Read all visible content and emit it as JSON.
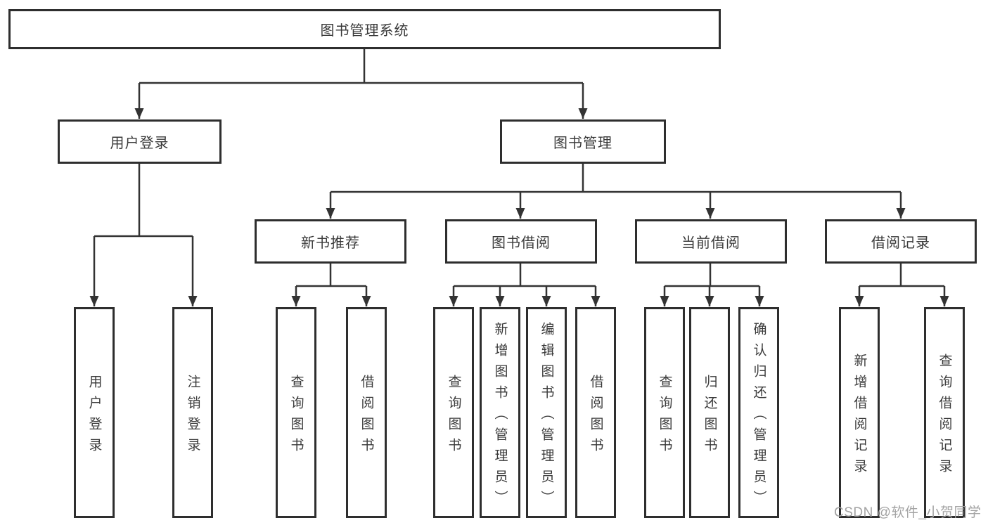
{
  "diagram": {
    "root": {
      "label": "图书管理系统"
    },
    "user_branch": {
      "label": "用户登录",
      "children": [
        {
          "label": "用户登录"
        },
        {
          "label": "注销登录"
        }
      ]
    },
    "book_branch": {
      "label": "图书管理",
      "groups": [
        {
          "label": "新书推荐",
          "children": [
            {
              "label": "查询图书"
            },
            {
              "label": "借阅图书"
            }
          ]
        },
        {
          "label": "图书借阅",
          "children": [
            {
              "label": "查询图书"
            },
            {
              "label": "新增图书（管理员）"
            },
            {
              "label": "编辑图书（管理员）"
            },
            {
              "label": "借阅图书"
            }
          ]
        },
        {
          "label": "当前借阅",
          "children": [
            {
              "label": "查询图书"
            },
            {
              "label": "归还图书"
            },
            {
              "label": "确认归还（管理员）"
            }
          ]
        },
        {
          "label": "借阅记录",
          "children": [
            {
              "label": "新增借阅记录"
            },
            {
              "label": "查询借阅记录"
            }
          ]
        }
      ]
    }
  },
  "watermark": "CSDN @软件_小贺同学",
  "colors": {
    "line": "#333333",
    "border": "#2e2e2e",
    "text": "#3a3a3a",
    "watermark": "#a3a3a3",
    "background": "#ffffff"
  }
}
